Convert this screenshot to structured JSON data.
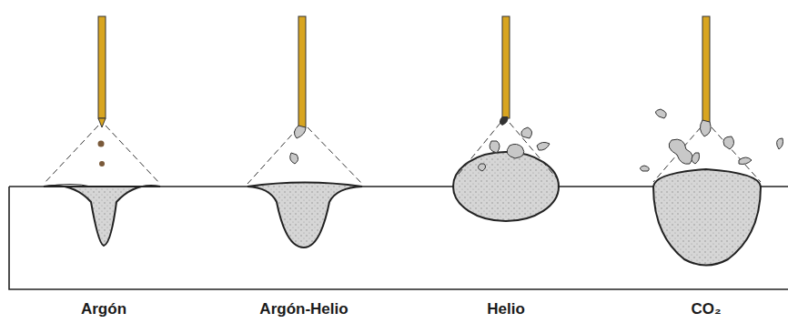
{
  "diagram": {
    "labels": [
      "Argón",
      "Argón-Helio",
      "Helio",
      "CO₂"
    ]
  }
}
